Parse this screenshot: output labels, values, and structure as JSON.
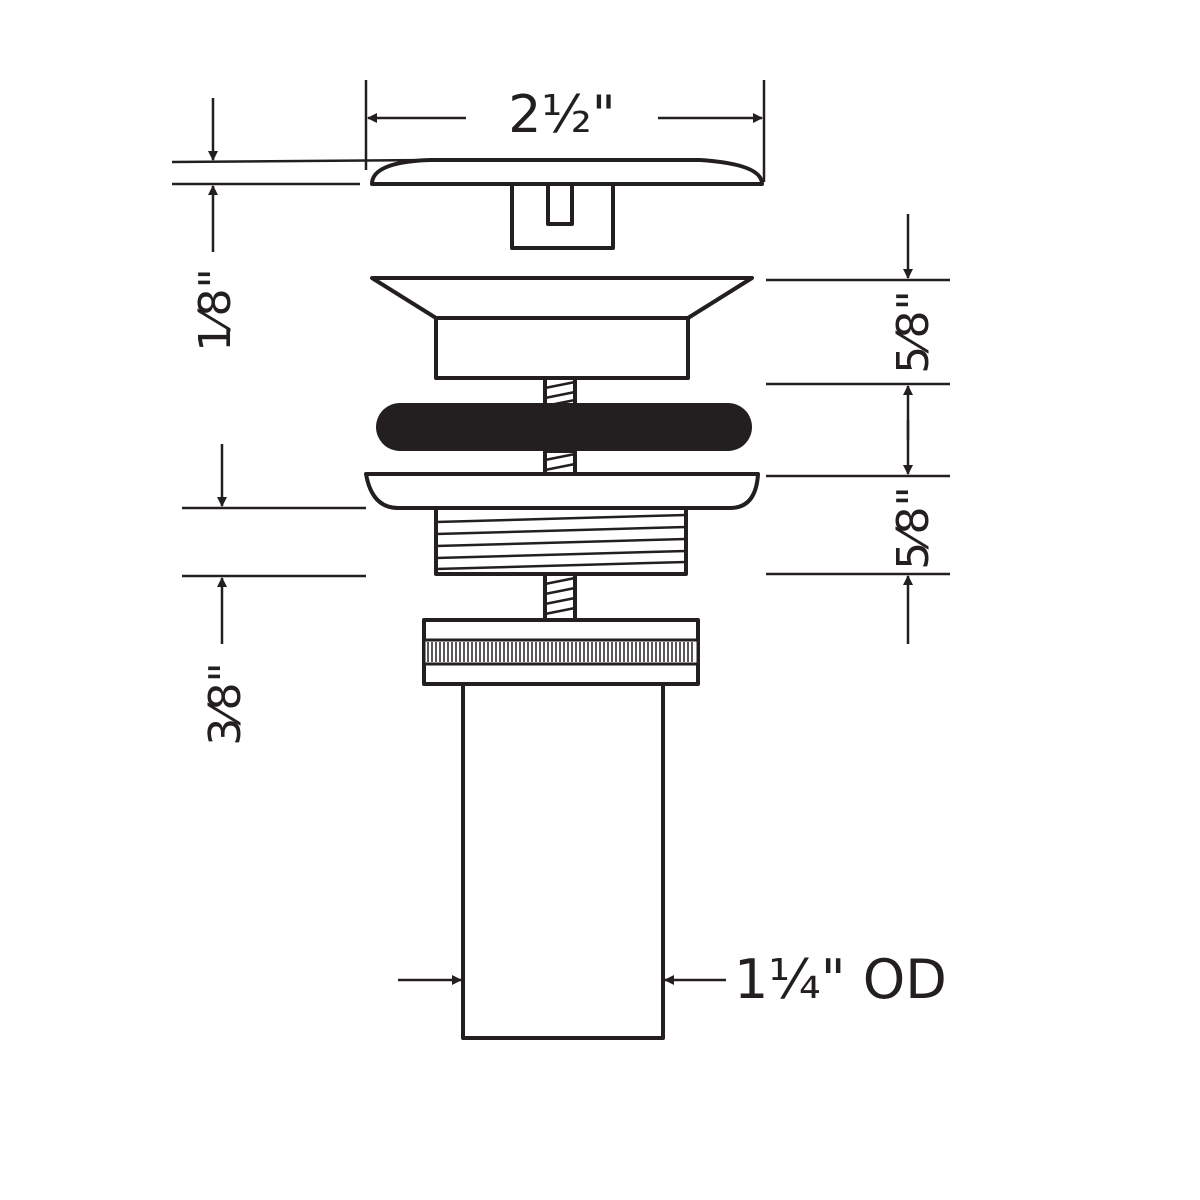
{
  "drawing": {
    "dimensions": {
      "cap_diameter": "2½\"",
      "cap_thickness": "1⁄8\"",
      "body_flange_height": "5⁄8\"",
      "lower_flange_height": "5⁄8\"",
      "lower_flange_thread": "3⁄8\"",
      "tailpiece_diameter": "1¼\" OD"
    },
    "colors": {
      "line": "#231f20",
      "background": "#ffffff",
      "gasket": "#231f20"
    }
  }
}
